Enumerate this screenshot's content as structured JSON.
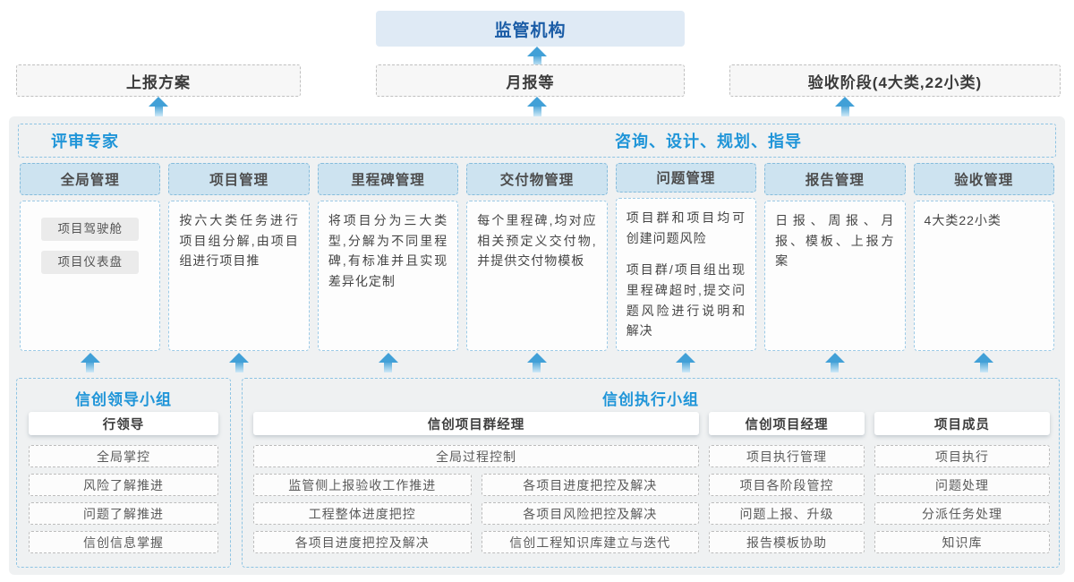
{
  "colors": {
    "accent_blue": "#2095d8",
    "regulator_text": "#1a5ca6",
    "regulator_bg": "#dfeaf5",
    "arrow_blue": "#41a0d7",
    "column_header_bg": "#cde3f0",
    "dashed_blue_border": "#8ec4e3",
    "container_bg": "#eff1f2"
  },
  "top": {
    "regulator": "监管机构",
    "boxes": [
      "上报方案",
      "月报等",
      "验收阶段(4大类,22小类)"
    ]
  },
  "middle": {
    "left_title": "评审专家",
    "right_title": "咨询、设计、规划、指导",
    "columns": [
      {
        "header": "全局管理",
        "chips": [
          "项目驾驶舱",
          "项目仪表盘"
        ]
      },
      {
        "header": "项目管理",
        "text": "按六大类任务进行项目组分解,由项目组进行项目推"
      },
      {
        "header": "里程碑管理",
        "text": "将项目分为三大类型,分解为不同里程碑,有标准并且实现差异化定制"
      },
      {
        "header": "交付物管理",
        "text": "每个里程碑,均对应相关预定义交付物,并提供交付物模板"
      },
      {
        "header": "问题管理",
        "paragraphs": [
          "项目群和项目均可创建问题风险",
          "项目群/项目组出现里程碑超时,提交问题风险进行说明和解决"
        ]
      },
      {
        "header": "报告管理",
        "text": "日报、周报、月报、模板、上报方案"
      },
      {
        "header": "验收管理",
        "text": "4大类22小类"
      }
    ]
  },
  "bottom": {
    "left_group": {
      "title": "信创领导小组",
      "role": "行领导",
      "items": [
        "全局掌控",
        "风险了解推进",
        "问题了解推进",
        "信创信息掌握"
      ]
    },
    "right_group": {
      "title": "信创执行小组",
      "program_manager": {
        "role": "信创项目群经理",
        "full_item": "全局过程控制",
        "left_items": [
          "监管侧上报验收工作推进",
          "工程整体进度把控",
          "各项目进度把控及解决"
        ],
        "right_items": [
          "各项目进度把控及解决",
          "各项目风险把控及解决",
          "信创工程知识库建立与迭代"
        ]
      },
      "project_manager": {
        "role": "信创项目经理",
        "items": [
          "项目执行管理",
          "项目各阶段管控",
          "问题上报、升级",
          "报告模板协助"
        ]
      },
      "member": {
        "role": "项目成员",
        "items": [
          "项目执行",
          "问题处理",
          "分派任务处理",
          "知识库"
        ]
      }
    }
  }
}
